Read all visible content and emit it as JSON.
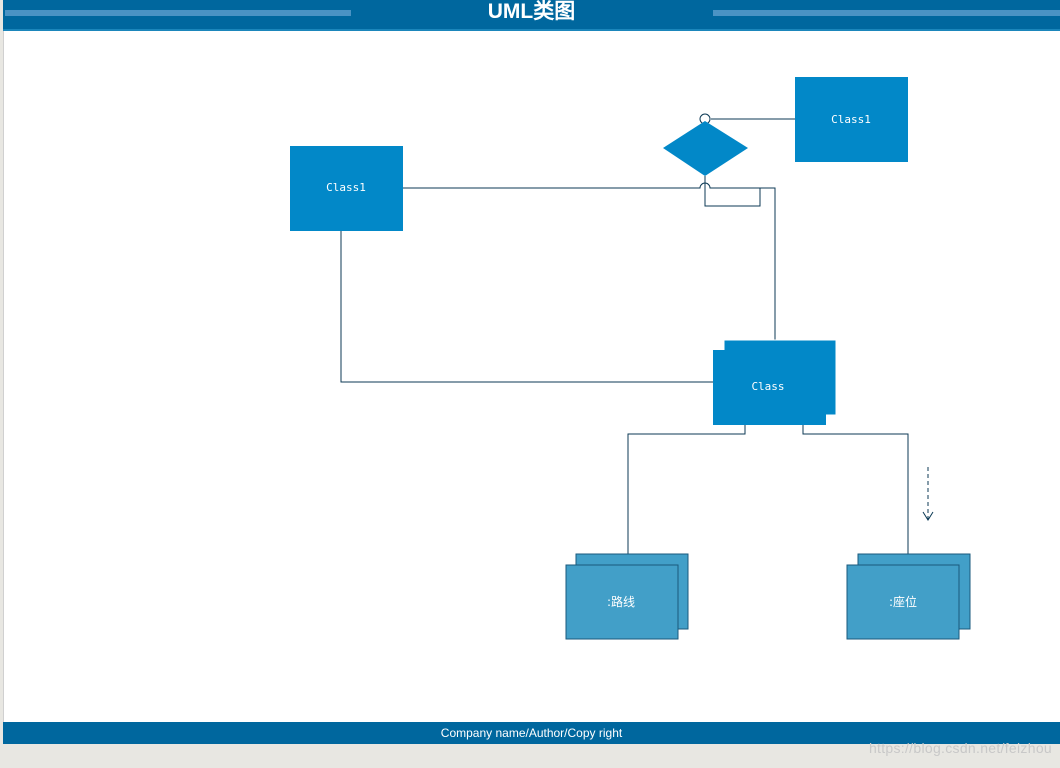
{
  "header": {
    "title": "UML类图"
  },
  "footer": {
    "text": "Company name/Author/Copy right"
  },
  "watermark": "https://blog.csdn.net/feizhou",
  "diagram": {
    "class_left": "Class1",
    "class_top_right": "Class1",
    "class_multi": "Class",
    "object_route": ":路线",
    "object_seat": ":座位"
  },
  "colors": {
    "header": "#00679e",
    "class_fill": "#0288c8",
    "object_fill": "#429fc8",
    "line": "#0c3a55"
  }
}
